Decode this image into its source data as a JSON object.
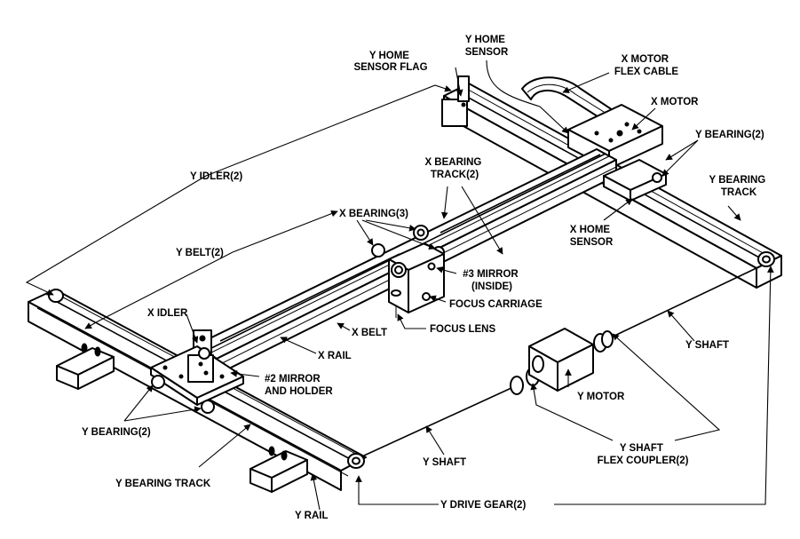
{
  "diagram": {
    "labels": {
      "y_home_sensor_flag": [
        "Y HOME",
        "SENSOR FLAG"
      ],
      "y_home_sensor": [
        "Y HOME",
        "SENSOR"
      ],
      "x_motor_flex_cable": [
        "X MOTOR",
        "FLEX CABLE"
      ],
      "x_motor": "X MOTOR",
      "y_bearing_top": "Y BEARING(2)",
      "y_bearing_track_right": [
        "Y BEARING",
        "TRACK"
      ],
      "x_bearing_track": [
        "X BEARING",
        "TRACK(2)"
      ],
      "y_idler": "Y IDLER(2)",
      "x_bearing": "X BEARING(3)",
      "x_home_sensor": [
        "X HOME",
        "SENSOR"
      ],
      "y_belt": "Y BELT(2)",
      "mirror3": [
        "#3 MIRROR",
        "(INSIDE)"
      ],
      "focus_carriage": "FOCUS CARRIAGE",
      "x_idler": "X IDLER",
      "focus_lens": "FOCUS LENS",
      "x_belt": "X BELT",
      "x_rail": "X RAIL",
      "y_shaft_right": "Y SHAFT",
      "mirror2": [
        "#2 MIRROR",
        "AND HOLDER"
      ],
      "y_motor": "Y MOTOR",
      "y_bearing_left": "Y BEARING(2)",
      "y_shaft_flex_coupler": [
        "Y SHAFT",
        "FLEX COUPLER(2)"
      ],
      "y_shaft_left": "Y SHAFT",
      "y_bearing_track_left": "Y BEARING TRACK",
      "y_rail": "Y RAIL",
      "y_drive_gear": "Y DRIVE GEAR(2)"
    }
  }
}
